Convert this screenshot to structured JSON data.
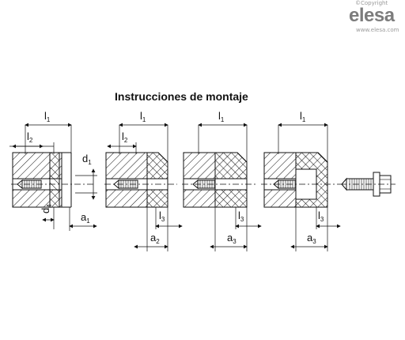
{
  "brand": {
    "copyright": "©Copyright",
    "logo": "elesa",
    "url": "www.elesa.com"
  },
  "title": "Instrucciones de montaje",
  "labels": {
    "l": "l",
    "d": "d",
    "a": "a",
    "s1": "1",
    "s2": "2",
    "s3": "3",
    "s4": "4"
  },
  "colors": {
    "line": "#111111",
    "brand": "#7c7c7c"
  }
}
